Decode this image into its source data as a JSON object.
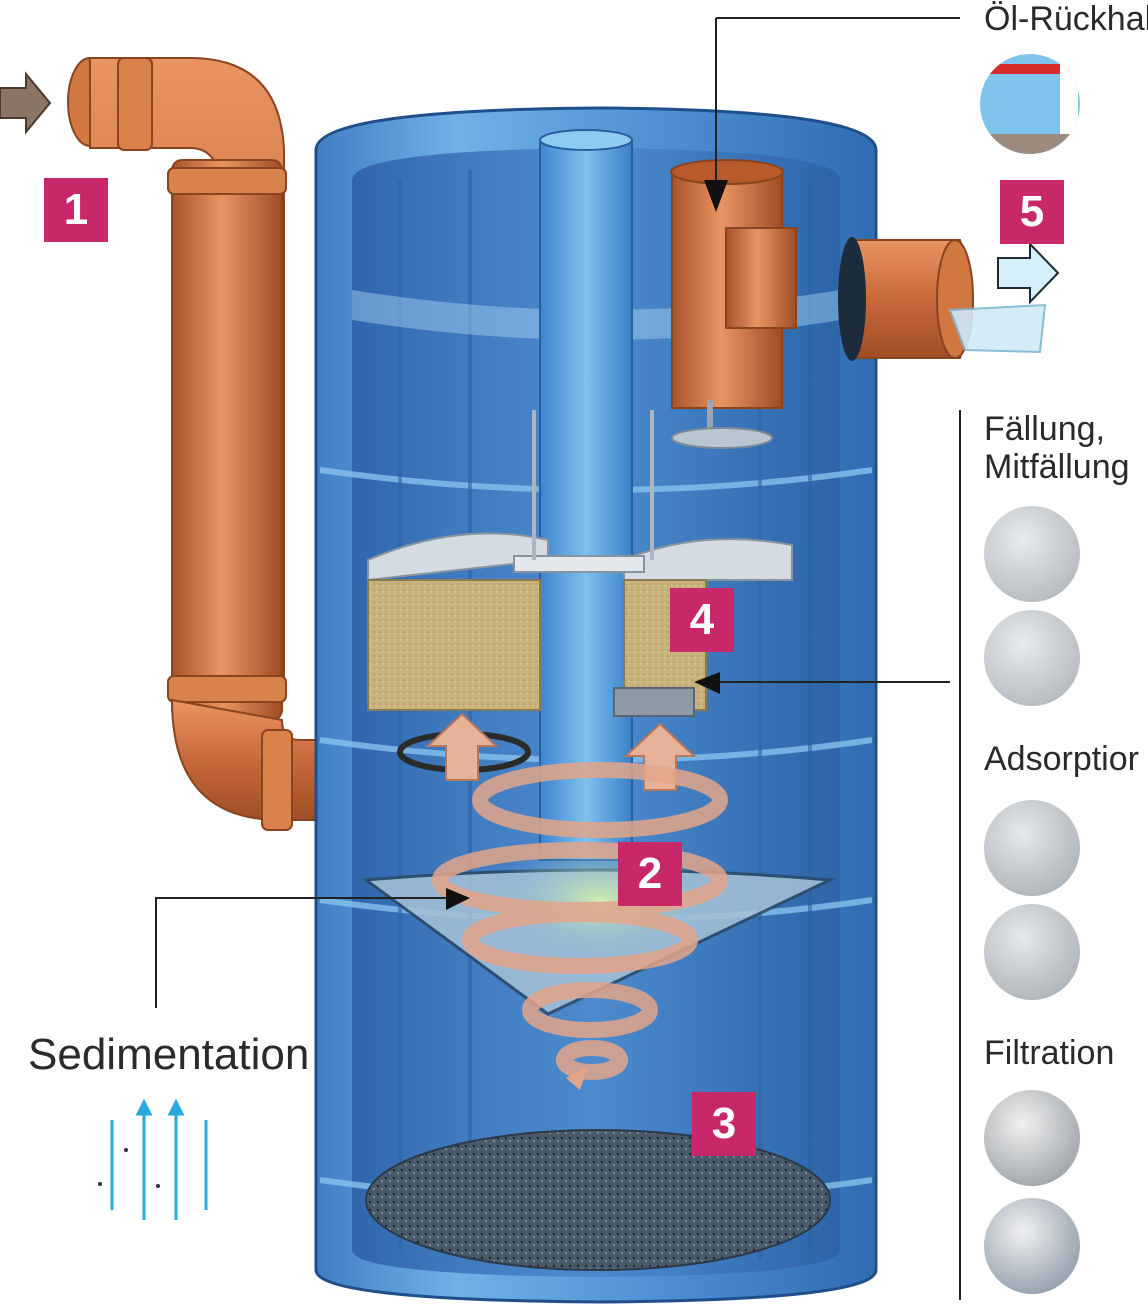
{
  "steps": [
    "1",
    "2",
    "3",
    "4",
    "5"
  ],
  "labels": {
    "oil": "Öl-Rückhalt",
    "precip_line1": "Fällung,",
    "precip_line2": "Mitfällung",
    "adsorption": "Adsorptior",
    "filtration": "Filtration",
    "sedimentation": "Sedimentation"
  },
  "colors": {
    "badge": "#c8286a",
    "tank_blue": "#5aa0dc",
    "pipe_orange": "#c8693a",
    "filter_sand": "#c8b07a",
    "arrow_cyan": "#2aa8e0"
  },
  "icons": {
    "inlet_arrow": "arrow-right-icon",
    "outlet_arrow": "arrow-right-icon",
    "oil_inset": "oil-layer-icon",
    "sedimentation": "sedimentation-arrows-icon"
  }
}
